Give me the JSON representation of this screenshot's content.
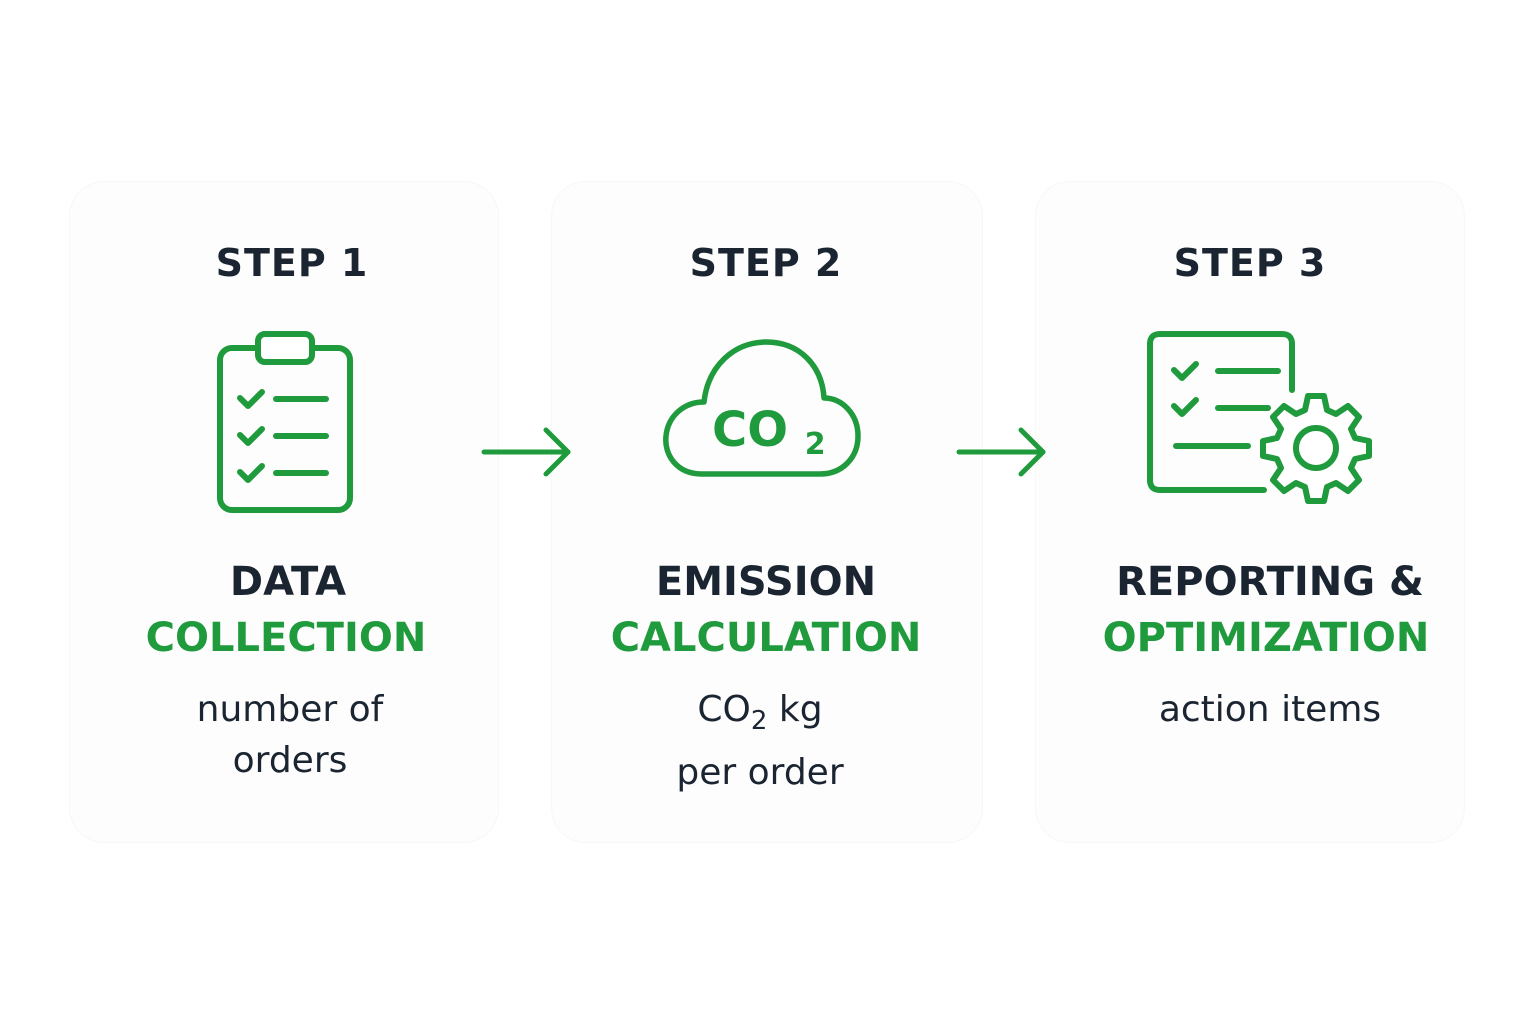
{
  "colors": {
    "accent": "#1f9a3c",
    "text": "#1b2532",
    "background": "#ffffff"
  },
  "steps": [
    {
      "label": "STEP 1",
      "icon": "clipboard-checklist-icon",
      "title_line1": "DATA",
      "title_line2": "COLLECTION",
      "desc_line1": "number of",
      "desc_line2": "orders"
    },
    {
      "label": "STEP 2",
      "icon": "co2-cloud-icon",
      "icon_text": "CO",
      "icon_subscript": "2",
      "title_line1": "EMISSION",
      "title_line2": "CALCULATION",
      "desc_line1_prefix": "CO",
      "desc_line1_subscript": "2",
      "desc_line1_suffix": " kg",
      "desc_line2": "per order"
    },
    {
      "label": "STEP 3",
      "icon": "checklist-gear-icon",
      "title_line1": "REPORTING &",
      "title_line2": "OPTIMIZATION",
      "desc_line1": "action items"
    }
  ],
  "connectors": [
    "arrow-right-icon",
    "arrow-right-icon"
  ]
}
